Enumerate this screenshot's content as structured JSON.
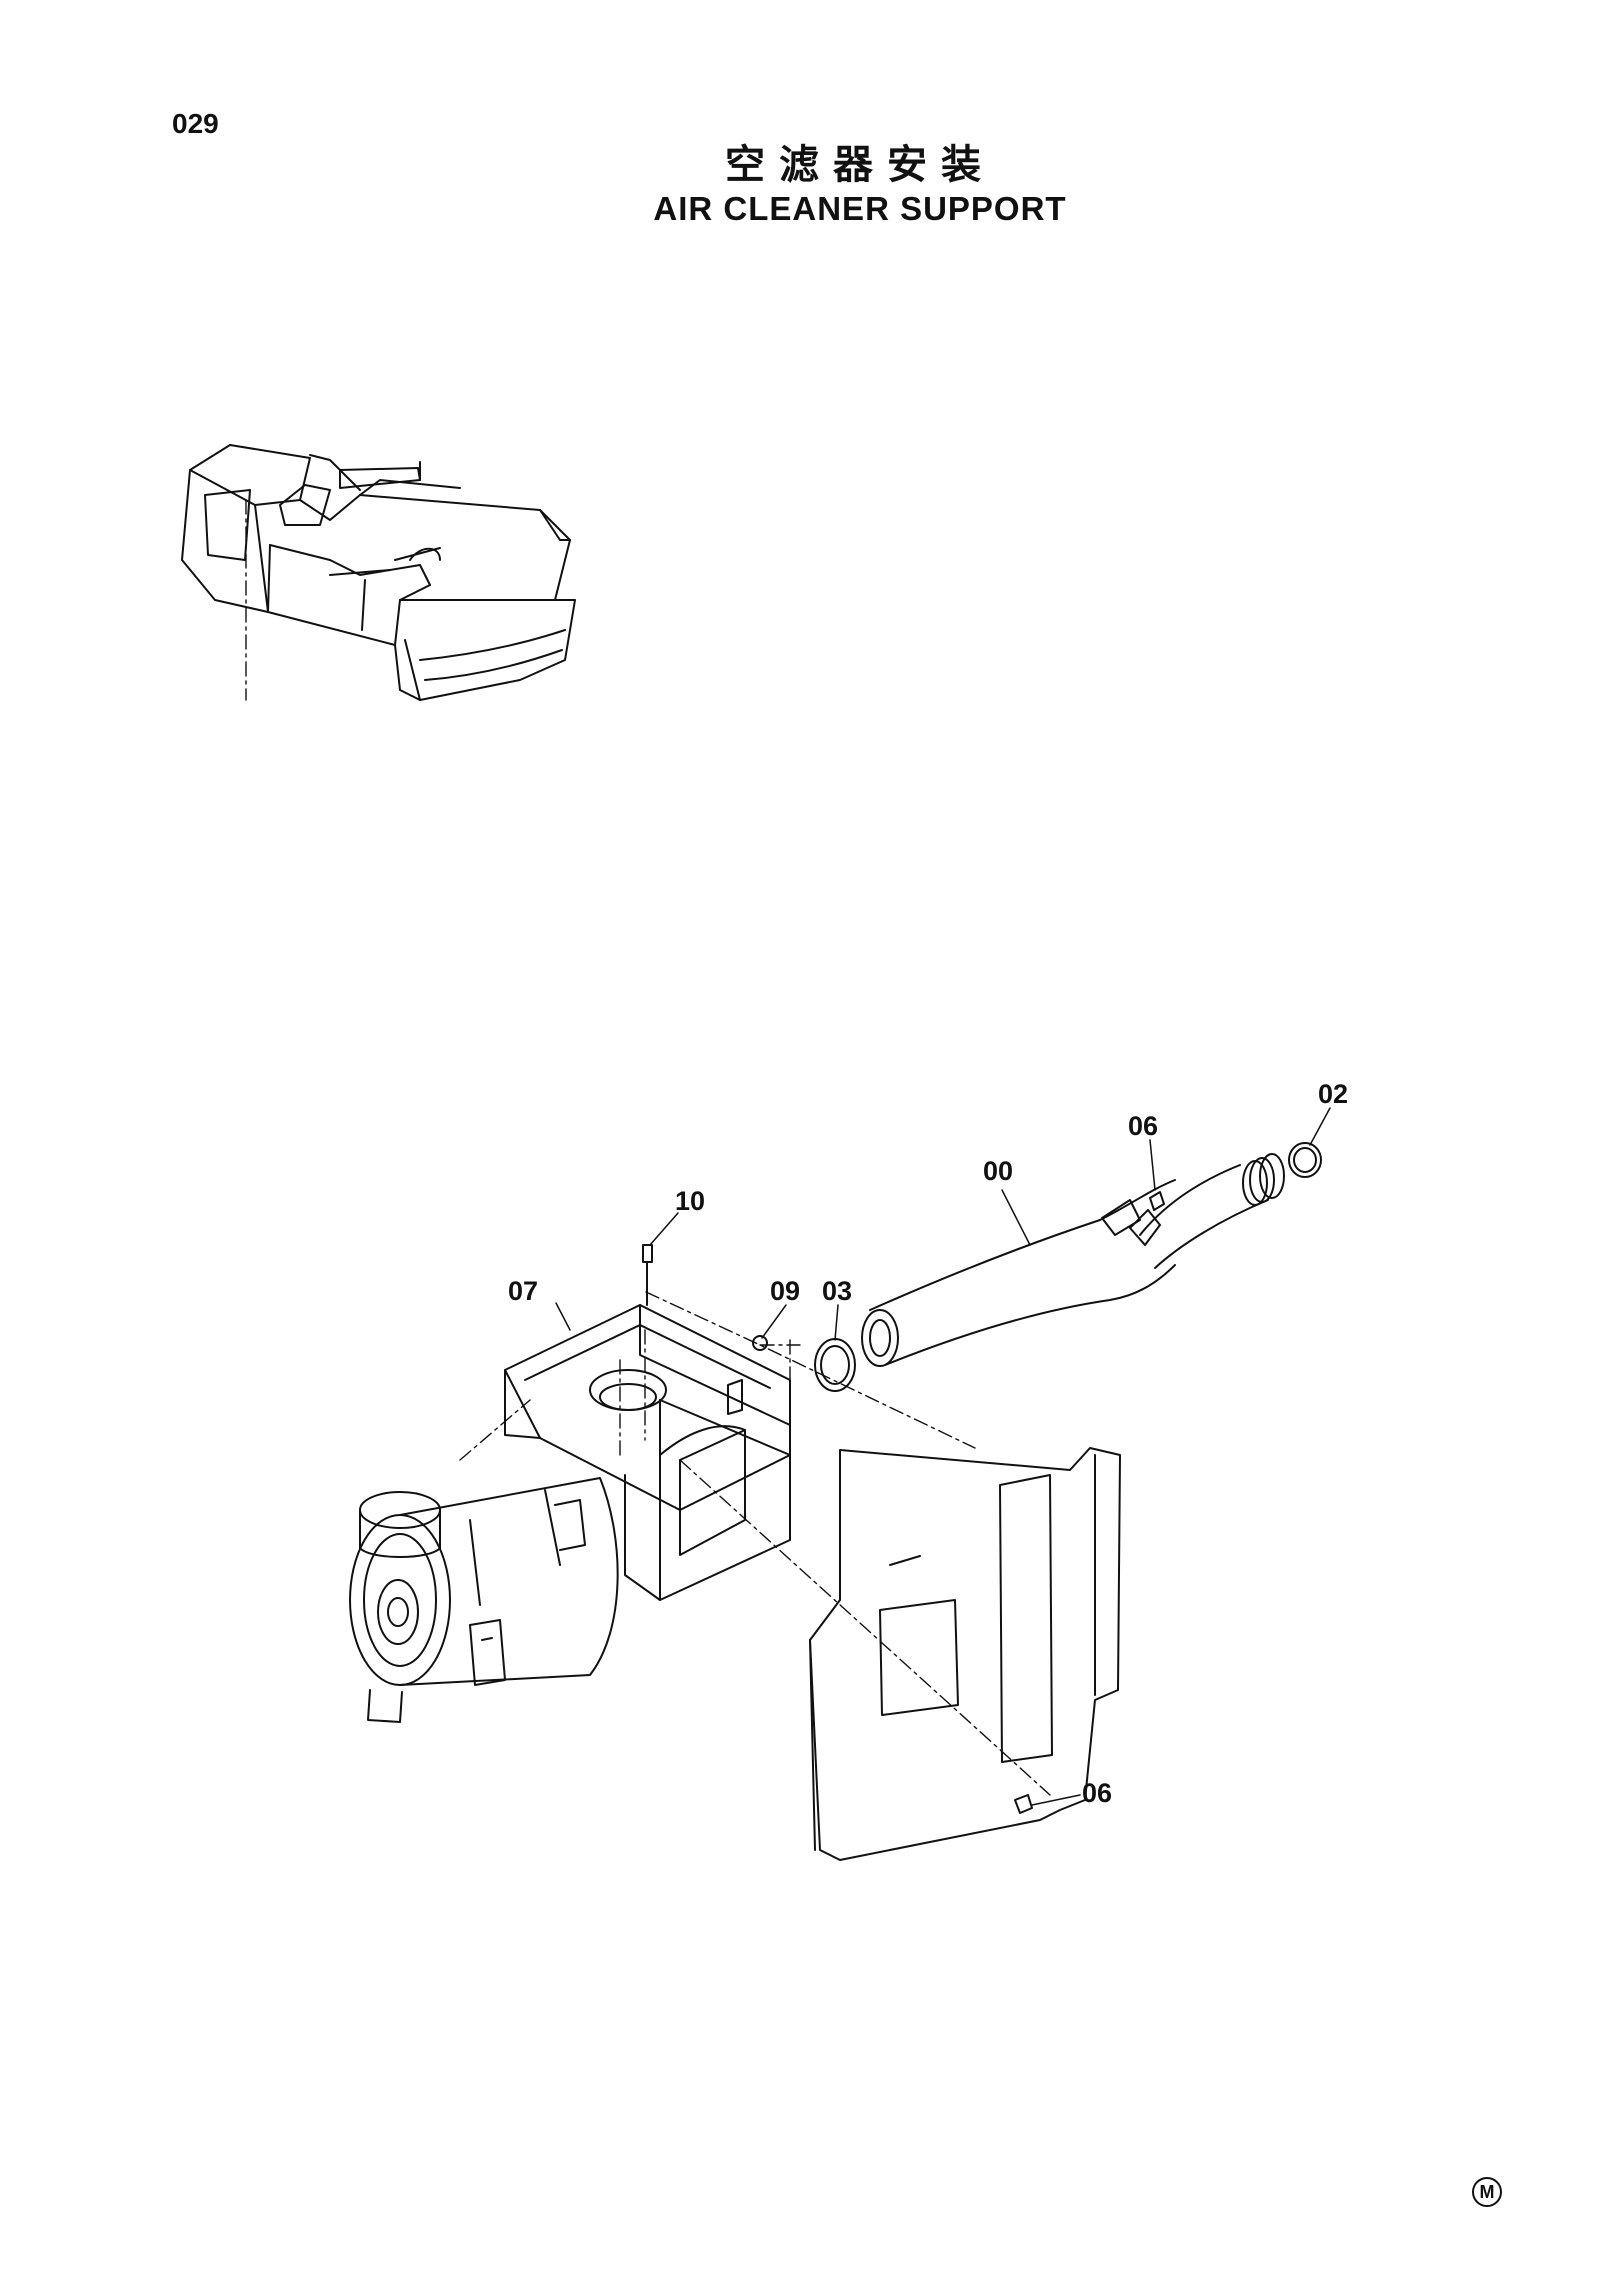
{
  "header": {
    "page_number": "029",
    "title_cn": "空滤器安装",
    "title_en": "AIR CLEANER SUPPORT"
  },
  "callouts": {
    "c00": "00",
    "c02": "02",
    "c03": "03",
    "c06_top": "06",
    "c06_bottom": "06",
    "c07": "07",
    "c09": "09",
    "c10": "10"
  },
  "footer": {
    "mark": "M"
  },
  "colors": {
    "ink": "#111111",
    "paper": "#ffffff"
  }
}
